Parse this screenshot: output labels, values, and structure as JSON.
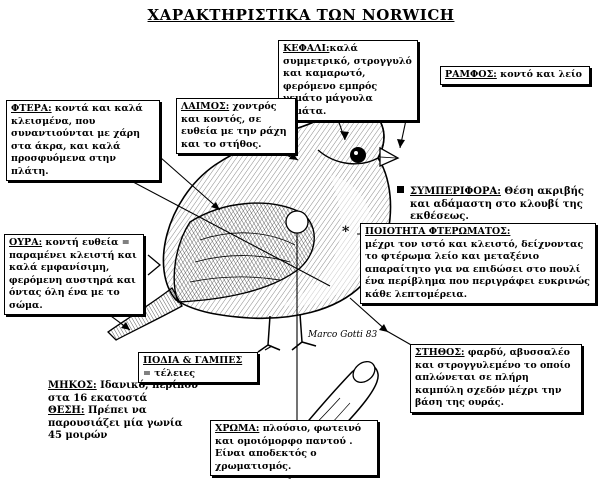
{
  "title": "ΧΑΡΑΚΤΗΡΙΣΤΙΚΑ ΤΩΝ NORWICH",
  "signature": "Marco Gotti 83",
  "head": {
    "label": "ΚΕΦΑΛΙ:",
    "text": "καλά συμμετρικό, στρογγυλό και καμαρωτό, φερόμενο εμπρός γεμάτο μάγουλα γεμάτα."
  },
  "beak": {
    "label": "ΡΑΜΦΟΣ:",
    "text": "κοντό και λείο"
  },
  "neck": {
    "label": "ΛΑΙΜΟΣ:",
    "text": "χοντρός και κοντός, σε ευθεία με την ράχη και το στήθος."
  },
  "wings": {
    "label": "ΦΤΕΡΑ:",
    "text": "κοντά και καλά κλεισμένα, που συναντιούνται με χάρη στα άκρα, και καλά προσφυόμενα στην πλάτη."
  },
  "behaviour": {
    "label": "ΣΥΜΠΕΡΙΦΟΡΑ:",
    "text": "Θέση ακριβής και αδάμαστη στο κλουβί της εκθέσεως."
  },
  "plumage": {
    "label": "ΠΟΙΟΤΗΤΑ ΦΤΕΡΩΜΑΤΟΣ:",
    "text": "μέχρι τον ιστό και κλειστό, δείχνοντας το φτέρωμα λείο και μεταξένιο απαραίτητο για να επιδώσει στο πουλί ένα περίβλημα που περιγράφει ευκρινώς κάθε λεπτομέρεια."
  },
  "tail": {
    "label": "ΟΥΡΑ:",
    "text": "κοντή ευθεία = παραμένει κλειστή και καλά εμφανίσιμη, φερόμενη αυστηρά και όντας όλη ένα με το σώμα."
  },
  "legs": {
    "label": "ΠΟΔΙΑ & ΓΑΜΠΕΣ",
    "text": "= τέλειες"
  },
  "size": {
    "length_label": "ΜΗΚΟΣ:",
    "length_text": "Ιδανικό, περίπου στα 16 εκατοστά",
    "position_label": "ΘΕΣΗ:",
    "position_text": "Πρέπει να παρουσιάζει μία γωνία 45 μοιρών"
  },
  "breast": {
    "label": "ΣΤΗΘΟΣ:",
    "text": "φαρδύ, αβυσσαλέο και στρογγυλεμένο το οποίο απλώνεται σε πλήρη καμπύλη σχεδόν μέχρι την βάση της ουράς."
  },
  "colour": {
    "label": "ΧΡΩΜΑ:",
    "text": "πλούσιο, φωτεινό και ομοιόμορφο παντού . Είναι αποδεκτός ο χρωματισμός."
  }
}
